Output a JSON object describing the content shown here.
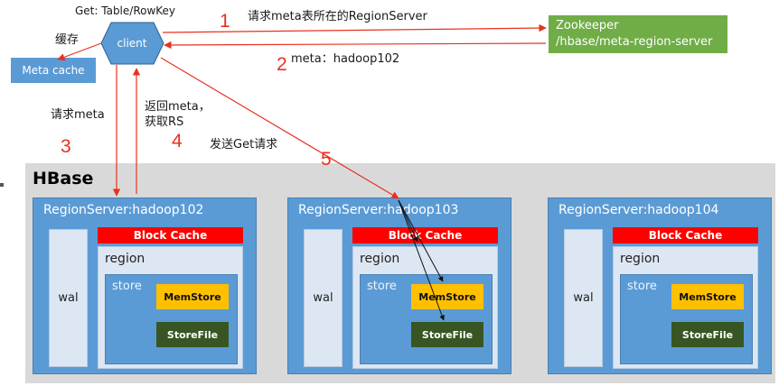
{
  "client": {
    "label": "client",
    "get_label": "Get: Table/RowKey",
    "cache_label": "缓存"
  },
  "meta_cache": {
    "label": "Meta cache"
  },
  "zookeeper": {
    "line1": "Zookeeper",
    "line2": "/hbase/meta-region-server"
  },
  "steps": {
    "s1": {
      "num": "1",
      "text": "请求meta表所在的RegionServer"
    },
    "s2": {
      "num": "2",
      "text": "meta：hadoop102"
    },
    "s3": {
      "num": "3",
      "text": "请求meta"
    },
    "s4": {
      "num": "4",
      "line1": "返回meta，",
      "line2": "获取RS"
    },
    "s5": {
      "num": "5",
      "text": "发送Get请求"
    }
  },
  "hbase": {
    "title": "HBase"
  },
  "region_servers": [
    {
      "name": "RegionServer:hadoop102",
      "wal": "wal",
      "block_cache": "Block Cache",
      "region": "region",
      "store": "store",
      "memstore": "MemStore",
      "storefile": "StoreFile"
    },
    {
      "name": "RegionServer:hadoop103",
      "wal": "wal",
      "block_cache": "Block Cache",
      "region": "region",
      "store": "store",
      "memstore": "MemStore",
      "storefile": "StoreFile"
    },
    {
      "name": "RegionServer:hadoop104",
      "wal": "wal",
      "block_cache": "Block Cache",
      "region": "region",
      "store": "store",
      "memstore": "MemStore",
      "storefile": "StoreFile"
    }
  ],
  "colors": {
    "accent_blue": "#5b9bd5",
    "arrow_red": "#e8311f",
    "zookeeper_green": "#70ad47",
    "block_cache_red": "#ff0000",
    "memstore_yellow": "#ffc000",
    "storefile_green": "#375623"
  }
}
